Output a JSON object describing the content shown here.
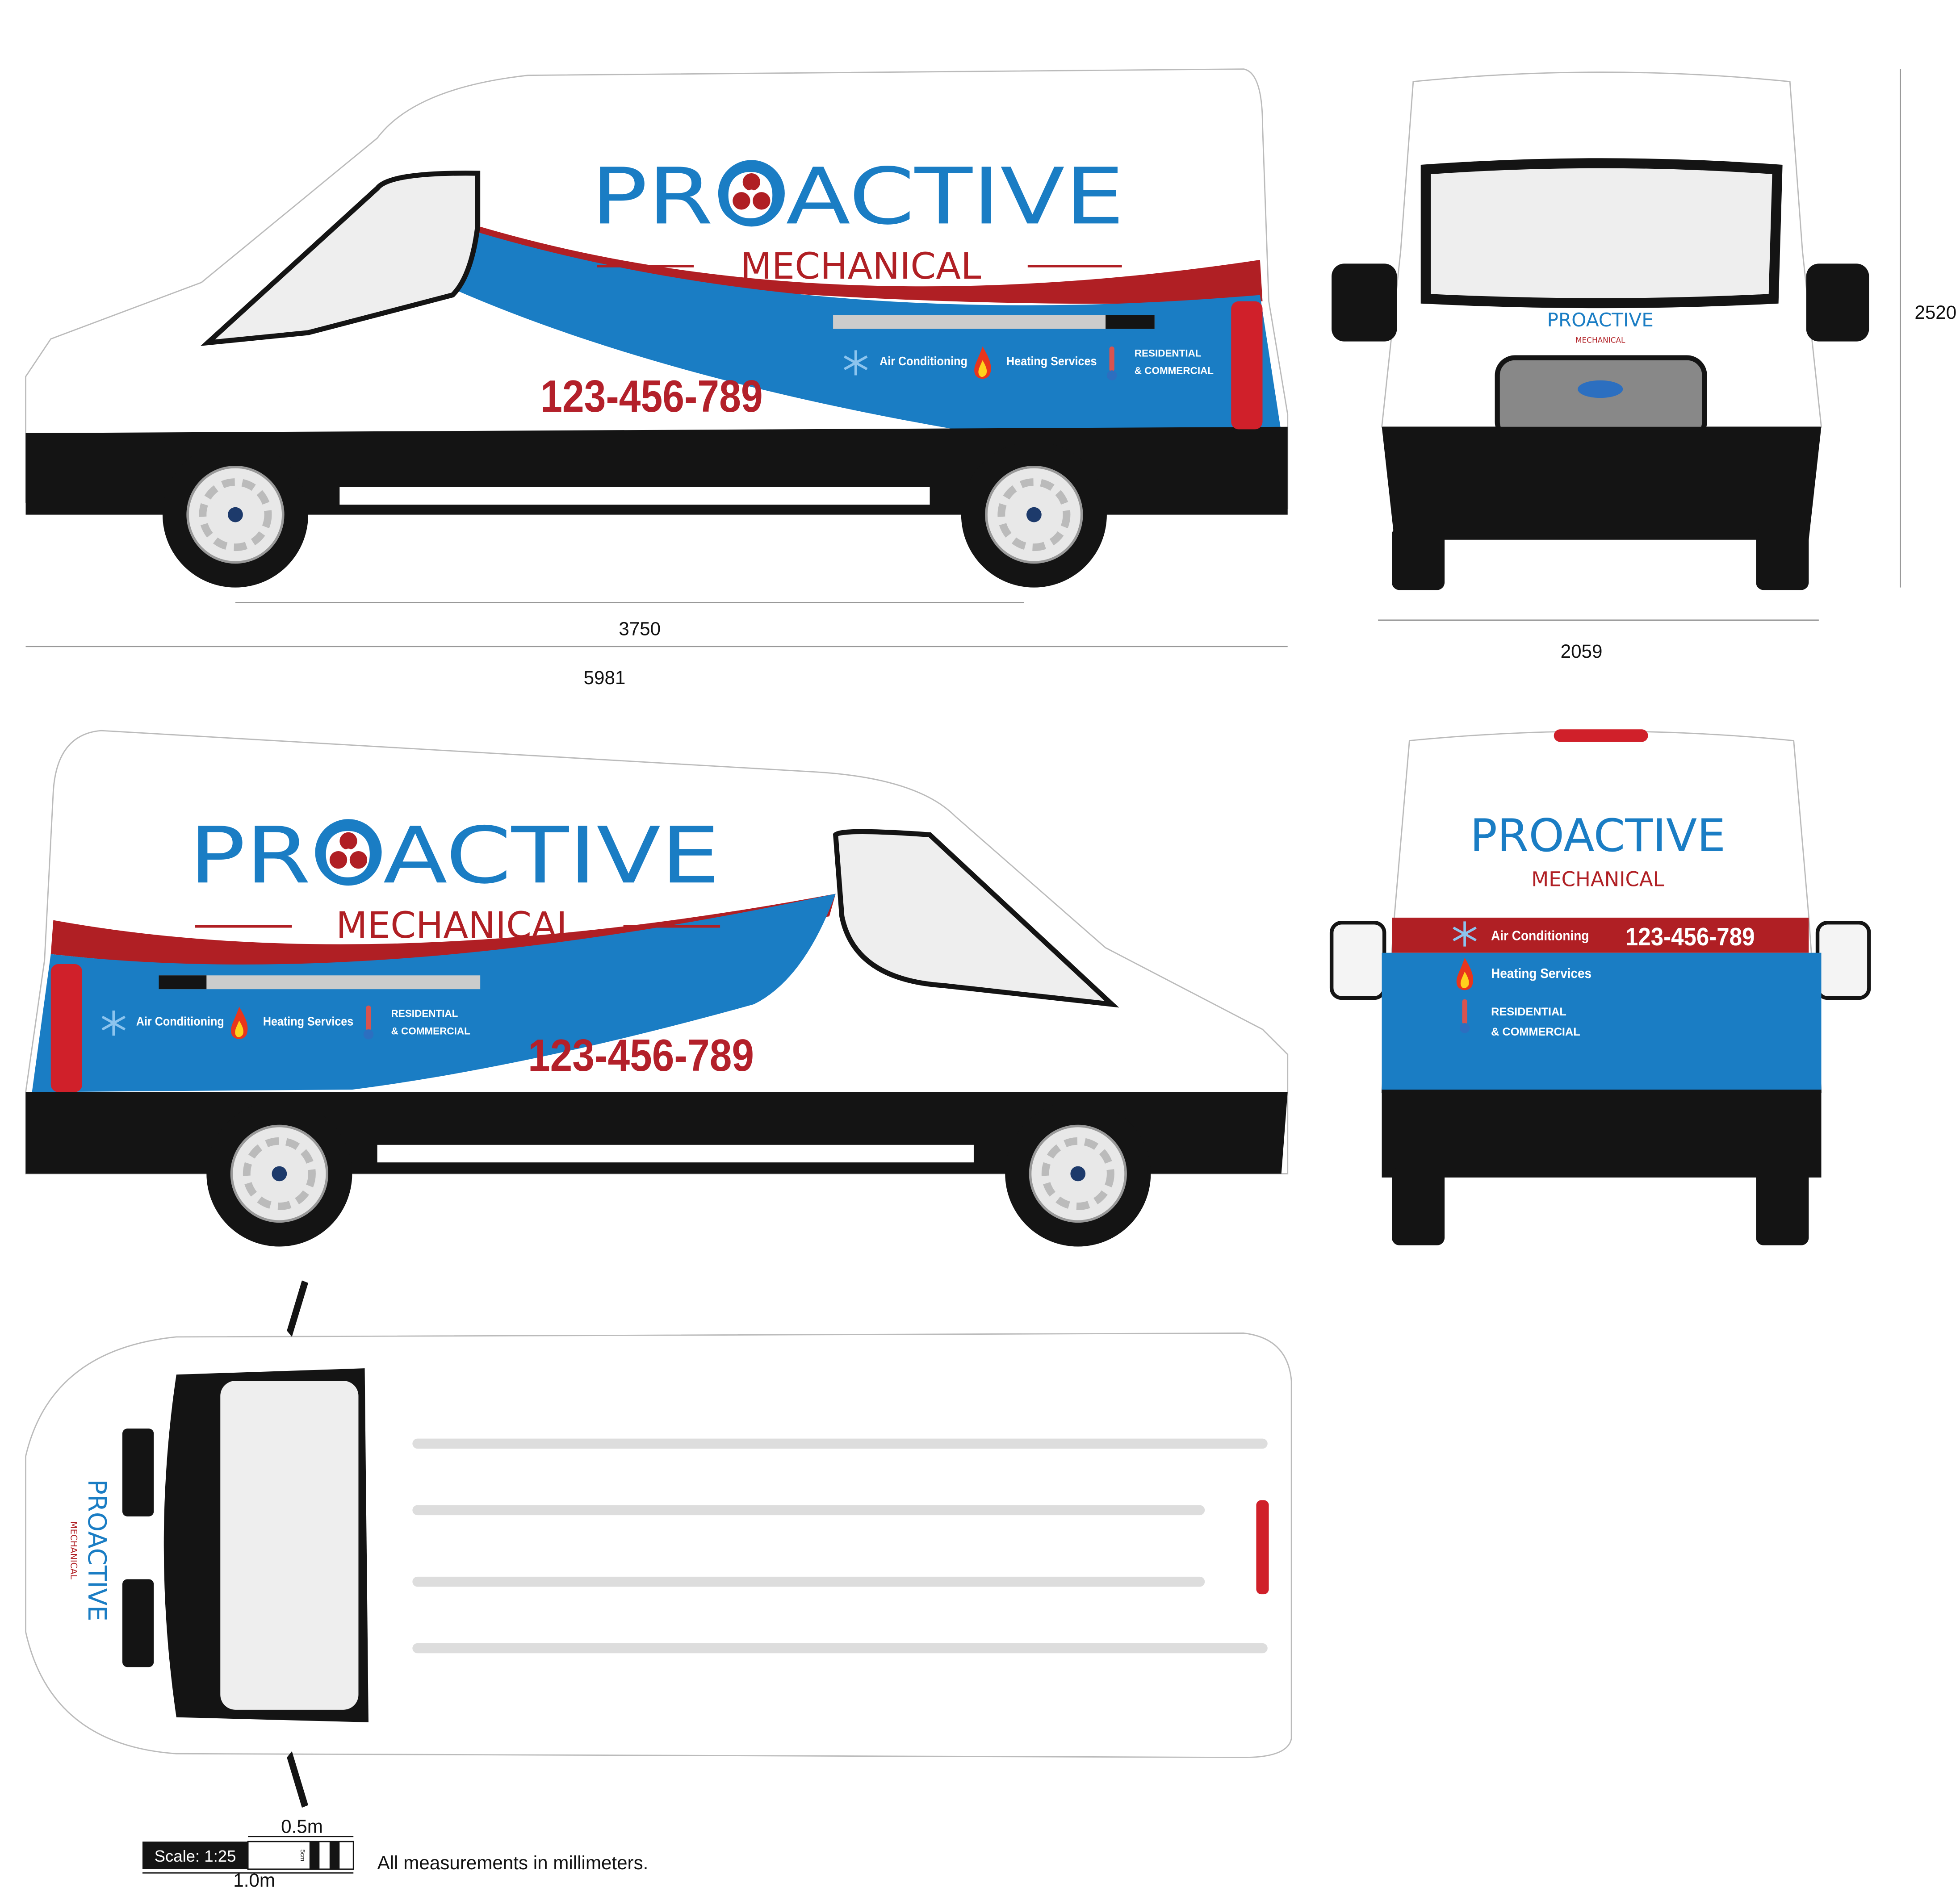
{
  "brand": {
    "name_top": "PROACTIVE",
    "name_bottom": "MECHANICAL",
    "phone": "123-456-789",
    "services": [
      "Air Conditioning",
      "Heating Services"
    ],
    "segment_line1": "RESIDENTIAL",
    "segment_line2": "& COMMERCIAL",
    "icons": [
      "snowflake-icon",
      "flame-icon",
      "thermometer-icon",
      "fan-icon"
    ]
  },
  "colors": {
    "blue": "#1a7dc4",
    "red": "#b01f24",
    "black": "#141414",
    "white": "#ffffff"
  },
  "dimensions": {
    "wheelbase": "3750",
    "overall_length": "5981",
    "overall_width": "2059",
    "overall_height": "2520"
  },
  "scale_bar": {
    "label": "Scale: 1:25",
    "half": "0.5m",
    "full": "1.0m",
    "tick": "5cm"
  },
  "note": "All measurements in millimeters."
}
